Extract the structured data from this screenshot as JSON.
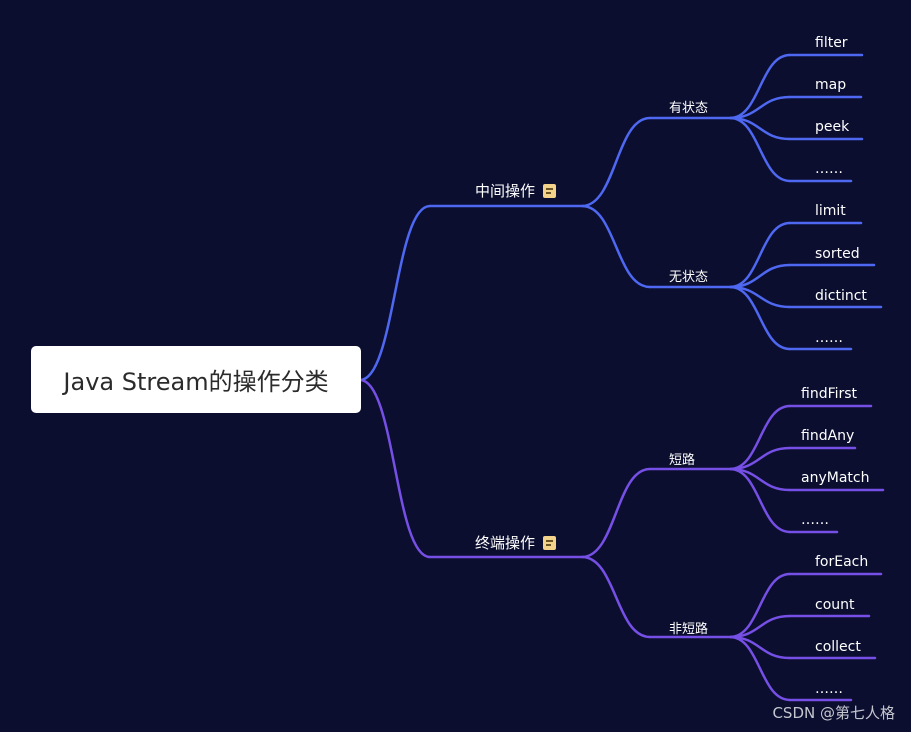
{
  "root": {
    "label": "Java Stream的操作分类"
  },
  "branches": [
    {
      "label": "中间操作",
      "icon": "note-icon",
      "color": "#4f68f2",
      "children": [
        {
          "label": "有状态",
          "leaves": [
            "filter",
            "map",
            "peek",
            "……"
          ]
        },
        {
          "label": "无状态",
          "leaves": [
            "limit",
            "sorted",
            "dictinct",
            "……"
          ]
        }
      ]
    },
    {
      "label": "终端操作",
      "icon": "note-icon",
      "color": "#7650e6",
      "children": [
        {
          "label": "短路",
          "leaves": [
            "findFirst",
            "findAny",
            "anyMatch",
            "……"
          ]
        },
        {
          "label": "非短路",
          "leaves": [
            "forEach",
            "count",
            "collect",
            "……"
          ]
        }
      ]
    }
  ],
  "watermark": "CSDN @第七人格"
}
